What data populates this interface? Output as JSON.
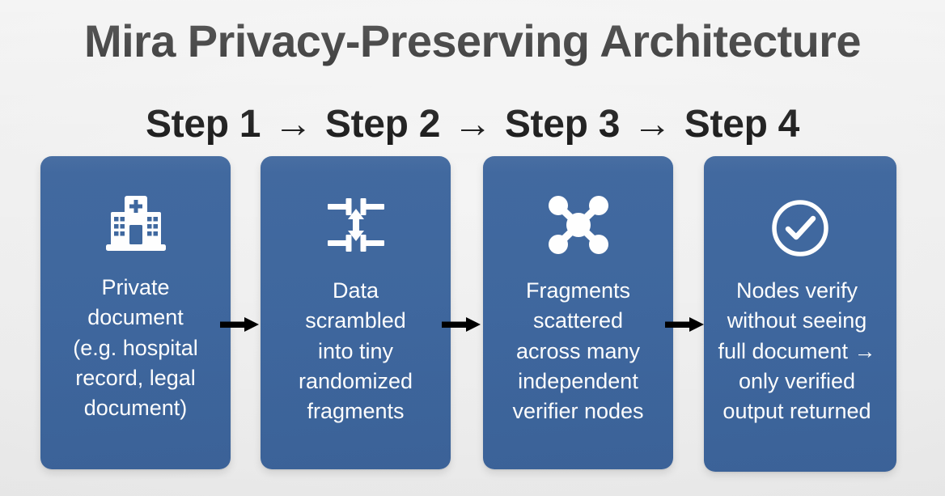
{
  "title": "Mira Privacy-Preserving Architecture",
  "steps": {
    "separator": "→",
    "labels": [
      "Step 1",
      "Step 2",
      "Step 3",
      "Step 4"
    ]
  },
  "colors": {
    "card_blue": "#3F689F",
    "background": "#EFEFEF",
    "text_dark": "#0D0D0D",
    "card_text": "#FFFFFF",
    "arrow": "#000000"
  },
  "cards": [
    {
      "step": "Step 1",
      "icon": "hospital-icon",
      "text": "Private\ndocument\n(e.g. hospital\nrecord, legal\ndocument)"
    },
    {
      "step": "Step 2",
      "icon": "scramble-compress-icon",
      "text": "Data\nscrambled\ninto tiny\nrandomized\nfragments"
    },
    {
      "step": "Step 3",
      "icon": "network-nodes-icon",
      "text": "Fragments\nscattered\nacross many\nindependent\nverifier nodes"
    },
    {
      "step": "Step 4",
      "icon": "check-circle-icon",
      "text": "Nodes verify\nwithout seeing\nfull document →\nonly verified\noutput returned"
    }
  ],
  "connectors": [
    {
      "name": "arrow-step1-to-step2",
      "glyph": "→"
    },
    {
      "name": "arrow-step2-to-step3",
      "glyph": "→"
    },
    {
      "name": "arrow-step3-to-step4",
      "glyph": "→"
    }
  ]
}
